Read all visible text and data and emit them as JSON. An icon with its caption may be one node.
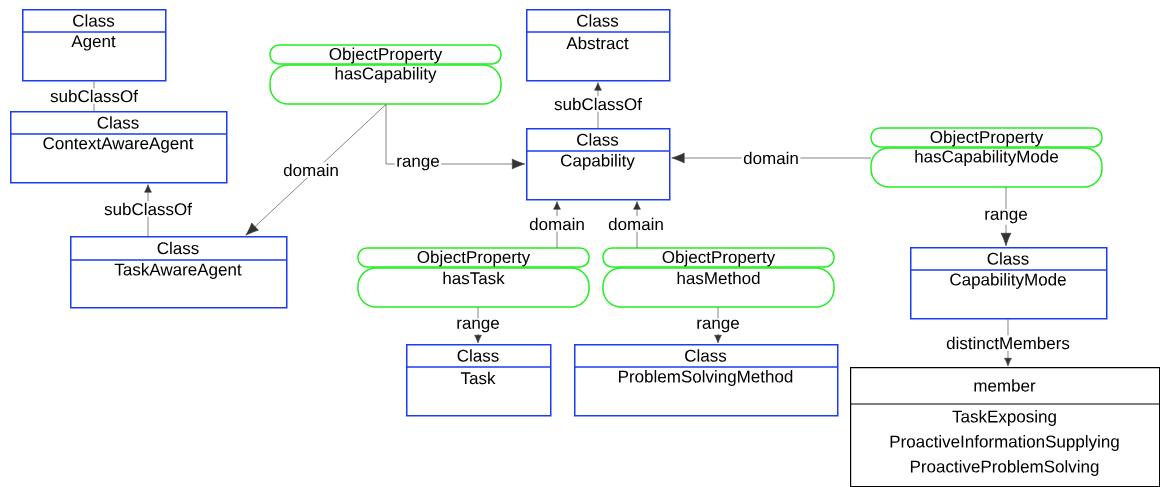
{
  "diagram": {
    "nodes": [
      {
        "text": [
          "Class",
          "Agent"
        ]
      },
      {
        "text": [
          "Class",
          "ContextAwareAgent"
        ]
      },
      {
        "text": [
          "Class",
          "TaskAwareAgent"
        ]
      },
      {
        "text": [
          "ObjectProperty",
          "hasCapability"
        ]
      },
      {
        "text": [
          "Class",
          "Abstract"
        ]
      },
      {
        "text": [
          "Class",
          "Capability"
        ]
      },
      {
        "text": [
          "ObjectProperty",
          "hasCapabilityMode"
        ]
      },
      {
        "text": [
          "ObjectProperty",
          "hasTask"
        ]
      },
      {
        "text": [
          "ObjectProperty",
          "hasMethod"
        ]
      },
      {
        "text": [
          "Class",
          "CapabilityMode"
        ]
      },
      {
        "text": [
          "Class",
          "Task"
        ]
      },
      {
        "text": [
          "Class",
          "ProblemSolvingMethod"
        ]
      },
      {
        "text": [
          "member",
          "TaskExposing",
          "ProactiveInformationSupplying",
          "ProactiveProblemSolving"
        ]
      }
    ],
    "edges": [
      {
        "from": 1,
        "to": 0,
        "arrow": "none",
        "label": "subClassOf"
      },
      {
        "from": 2,
        "to": 1,
        "arrow": "to",
        "label": "subClassOf"
      },
      {
        "from": 3,
        "to": 2,
        "arrow": "to",
        "label": "domain"
      },
      {
        "from": 3,
        "to": 5,
        "arrow": "to",
        "label": "range"
      },
      {
        "from": 5,
        "to": 4,
        "arrow": "to",
        "label": "subClassOf"
      },
      {
        "from": 7,
        "to": 5,
        "arrow": "to",
        "label": "domain"
      },
      {
        "from": 8,
        "to": 5,
        "arrow": "to",
        "label": "domain"
      },
      {
        "from": 6,
        "to": 5,
        "arrow": "to",
        "label": "domain"
      },
      {
        "from": 6,
        "to": 9,
        "arrow": "to",
        "label": "range"
      },
      {
        "from": 7,
        "to": 10,
        "arrow": "to",
        "label": "range"
      },
      {
        "from": 8,
        "to": 11,
        "arrow": "to",
        "label": "range"
      },
      {
        "from": 9,
        "to": 12,
        "arrow": "to",
        "label": "distinctMembers"
      }
    ]
  }
}
